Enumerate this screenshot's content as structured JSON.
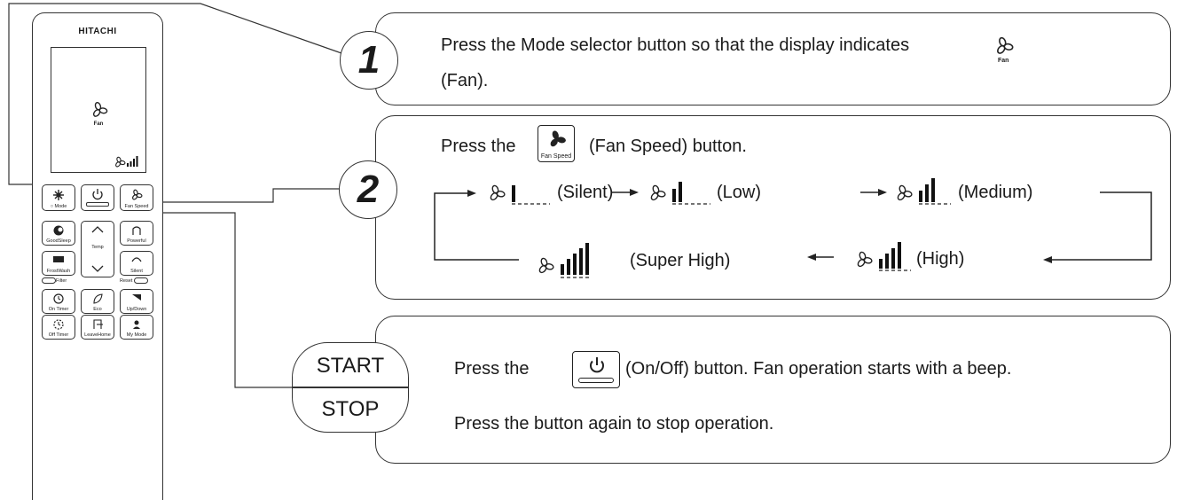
{
  "remote": {
    "brand": "HITACHI",
    "display_fan_label": "Fan",
    "buttons": {
      "mode": "Mode",
      "fan_speed": "Fan Speed",
      "good_sleep": "GoodSleep",
      "temp": "Temp",
      "powerful": "Powerful",
      "frost_wash": "FrostWash",
      "silent": "Silent",
      "filter": "Filter",
      "reset": "Reset",
      "on_timer": "On Timer",
      "eco": "Eco",
      "up_down": "Up/Down",
      "off_timer": "Off Timer",
      "leave_home": "LeaveHome",
      "my_mode": "My Mode"
    }
  },
  "step1": {
    "number": "1",
    "line1": "Press the Mode selector button so that the display indicates",
    "fan_icon_label": "Fan",
    "line2": "(Fan)."
  },
  "step2": {
    "number": "2",
    "press_the": "Press the",
    "button_label": "Fan Speed",
    "button_text": "(Fan Speed) button.",
    "speeds": {
      "silent": "(Silent)",
      "low": "(Low)",
      "medium": "(Medium)",
      "high": "(High)",
      "super_high": "(Super High)"
    }
  },
  "step3": {
    "start": "START",
    "stop": "STOP",
    "press_the": "Press the",
    "line1_rest": "(On/Off) button. Fan operation starts with a beep.",
    "line2": "Press the button again to stop operation."
  }
}
